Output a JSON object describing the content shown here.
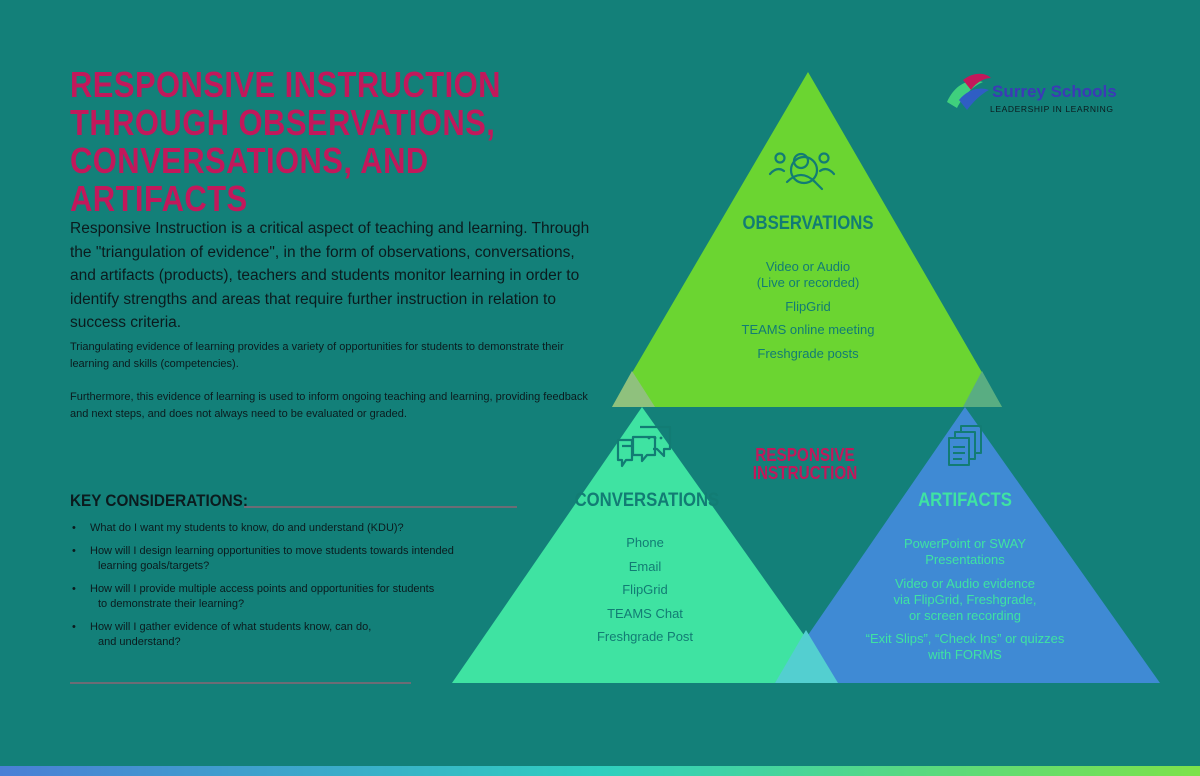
{
  "title_lines": [
    "RESPONSIVE INSTRUCTION",
    "THROUGH OBSERVATIONS,",
    "CONVERSATIONS, AND ARTIFACTS"
  ],
  "intro": "Responsive Instruction is a critical aspect of teaching and learning. Through the \"triangulation of evidence\", in the form of observations, conversations, and artifacts (products), teachers and students monitor learning in order to identify strengths and areas that require further instruction in relation to success criteria.",
  "paragraph_1": "Triangulating evidence of learning provides a variety of opportunities for students to demonstrate their learning and skills (competencies).",
  "paragraph_2": "Furthermore, this evidence of learning is used to inform ongoing teaching and learning, providing feedback and next steps, and does not always need to be evaluated or graded.",
  "key_considerations": {
    "heading": "KEY CONSIDERATIONS:",
    "items": [
      {
        "line1": "What do I want my students to know, do and understand (KDU)?",
        "line2": ""
      },
      {
        "line1": "How will I design learning opportunities to move students towards intended",
        "line2": "learning goals/targets?"
      },
      {
        "line1": "How will I provide multiple access points and opportunities for students",
        "line2": "to demonstrate their learning?"
      },
      {
        "line1": "How will I gather evidence of what students know, can do,",
        "line2": "and understand?"
      }
    ]
  },
  "logo": {
    "name": "Surrey Schools",
    "tagline": "LEADERSHIP IN LEARNING"
  },
  "center_label": [
    "RESPONSIVE",
    "INSTRUCTION"
  ],
  "observations": {
    "label": "OBSERVATIONS",
    "icon": "group-magnifier-icon",
    "items": [
      "Video or Audio",
      "(Live or recorded)",
      "FlipGrid",
      "TEAMS online meeting",
      "Freshgrade posts"
    ]
  },
  "conversations": {
    "label": "CONVERSATIONS",
    "icon": "chat-bubbles-icon",
    "items": [
      "Phone",
      "Email",
      "FlipGrid",
      "TEAMS Chat",
      "Freshgrade Post"
    ]
  },
  "artifacts": {
    "label": "ARTIFACTS",
    "icon": "documents-icon",
    "items": [
      "PowerPoint or SWAY",
      "Presentations",
      "Video or Audio evidence",
      "via FlipGrid, Freshgrade,",
      "or screen recording",
      "“Exit Slips”, “Check Ins” or quizzes",
      "with FORMS"
    ]
  },
  "colors": {
    "background": "#138079",
    "title": "#c2185b",
    "observations": "#6bd531",
    "conversations": "#3fe3a2",
    "artifacts": "#3f8ad4"
  }
}
